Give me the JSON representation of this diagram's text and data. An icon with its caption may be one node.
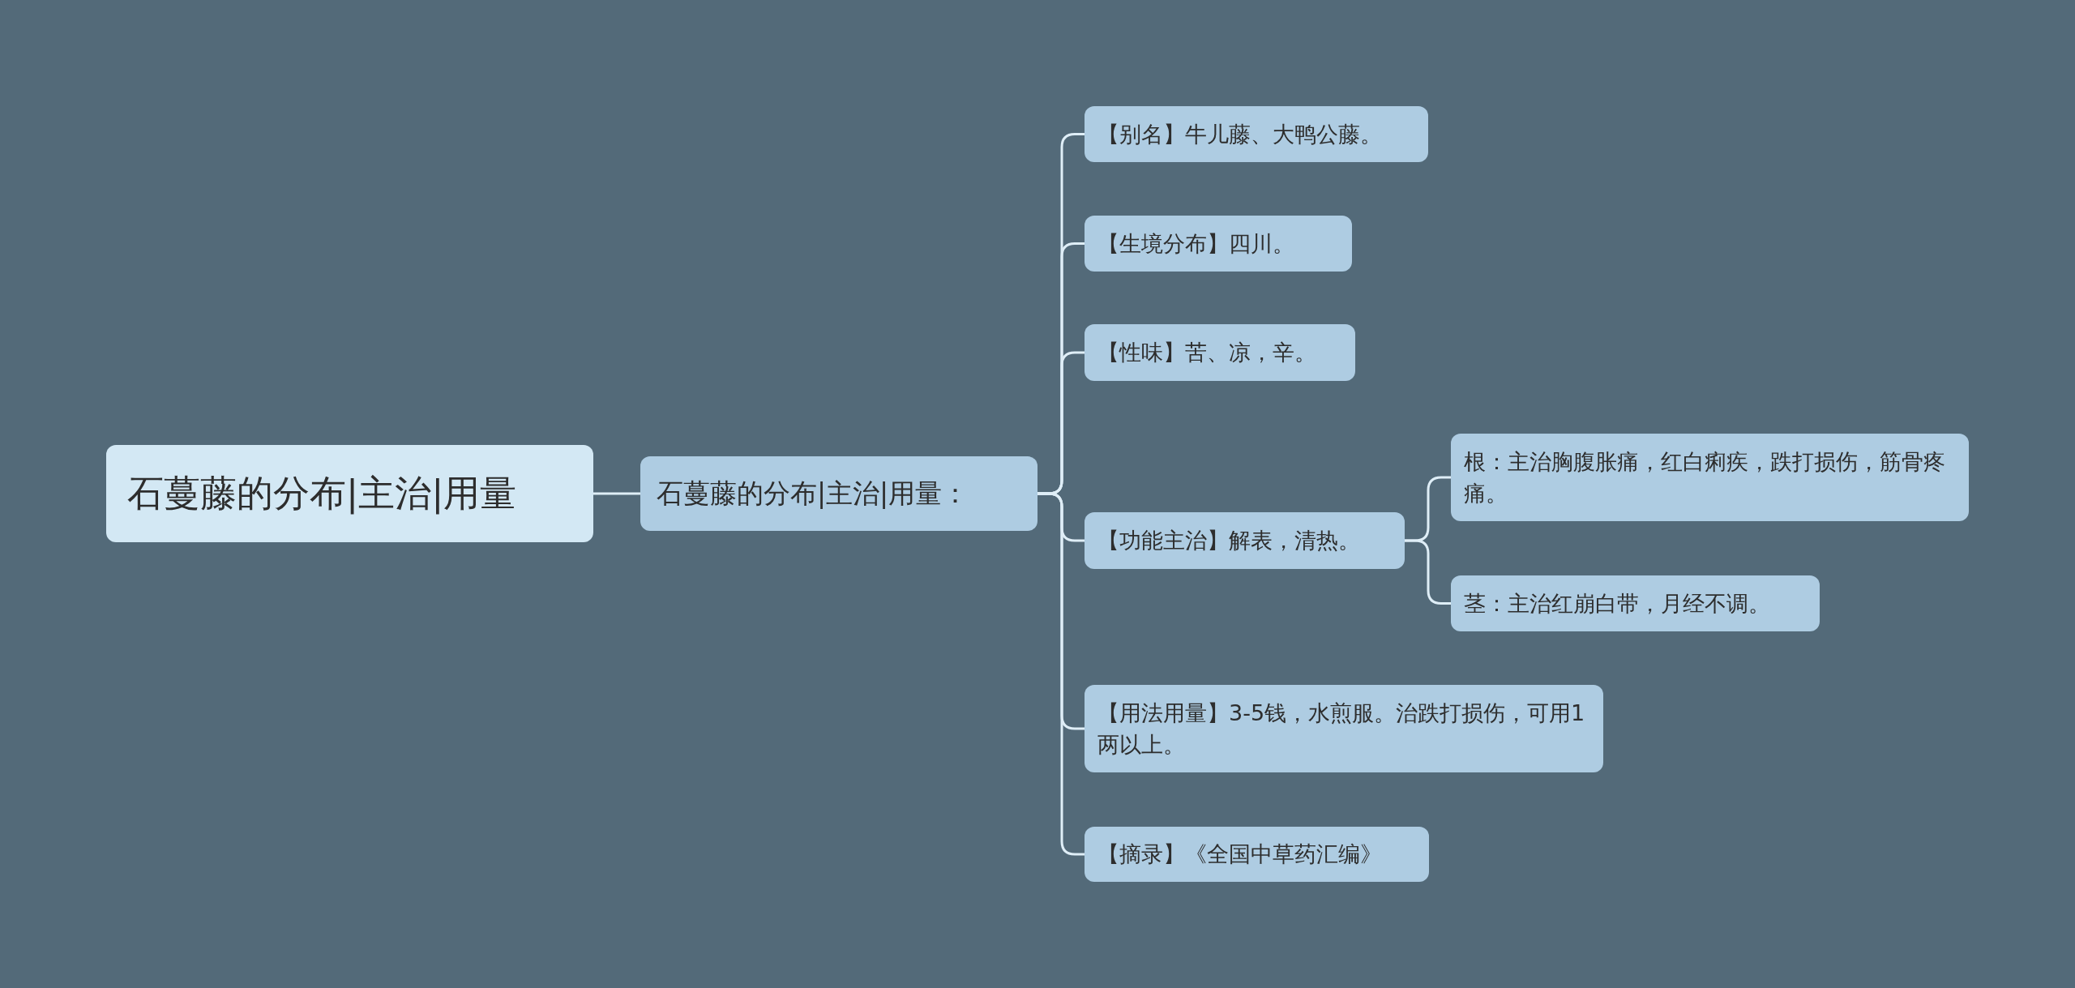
{
  "diagram": {
    "nodes": [
      {
        "text": [
          "石蔓藤的分布|主治|用量"
        ]
      },
      {
        "text": [
          "石蔓藤的分布|主治|用量："
        ]
      },
      {
        "text": [
          "【别名】牛儿藤、大鸭公藤。"
        ]
      },
      {
        "text": [
          "【生境分布】四川。"
        ]
      },
      {
        "text": [
          "【性味】苦、凉，辛。"
        ]
      },
      {
        "text": [
          "【功能主治】解表，清热。"
        ]
      },
      {
        "text": [
          "根：主治胸腹胀痛，红白痢疾，跌打损伤，筋骨疼痛。"
        ]
      },
      {
        "text": [
          "茎：主治红崩白带，月经不调。"
        ]
      },
      {
        "text": [
          "【用法用量】3-5钱，水煎服。治跌打损伤，可用1两以上。"
        ]
      },
      {
        "text": [
          "【摘录】《全国中草药汇编》"
        ]
      }
    ],
    "edges": [
      {
        "from": 0,
        "to": 1,
        "arrow": "none"
      },
      {
        "from": 1,
        "to": 2,
        "arrow": "none"
      },
      {
        "from": 1,
        "to": 3,
        "arrow": "none"
      },
      {
        "from": 1,
        "to": 4,
        "arrow": "none"
      },
      {
        "from": 1,
        "to": 5,
        "arrow": "none"
      },
      {
        "from": 5,
        "to": 6,
        "arrow": "none"
      },
      {
        "from": 5,
        "to": 7,
        "arrow": "none"
      },
      {
        "from": 1,
        "to": 8,
        "arrow": "none"
      },
      {
        "from": 1,
        "to": 9,
        "arrow": "none"
      }
    ]
  }
}
